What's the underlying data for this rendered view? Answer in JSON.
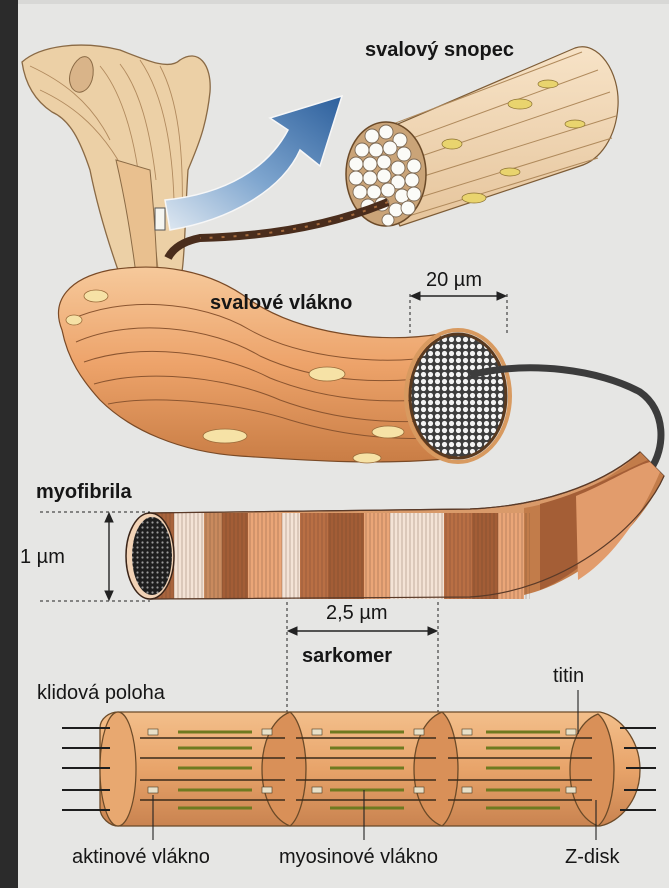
{
  "labels": {
    "fascicle": "svalový snopec",
    "fiber": "svalové vlákno",
    "fiber_width": "20 µm",
    "myofibril": "myofibrila",
    "myofibril_width": "1 µm",
    "sarcomere_length": "2,5 µm",
    "sarcomere": "sarkomer",
    "rest_position": "klidová poloha",
    "titin": "titin",
    "actin": "aktinové vlákno",
    "myosin": "myosinové vlákno",
    "z_disk": "Z-disk"
  },
  "colors": {
    "background": "#e6e6e4",
    "muscle": "#f0b785",
    "muscle_dark": "#b8733f",
    "tendon": "#edd3ae",
    "arrow": "#3a6ea8",
    "band_dark": "#a9643d",
    "band_light": "#f4e3d6"
  }
}
